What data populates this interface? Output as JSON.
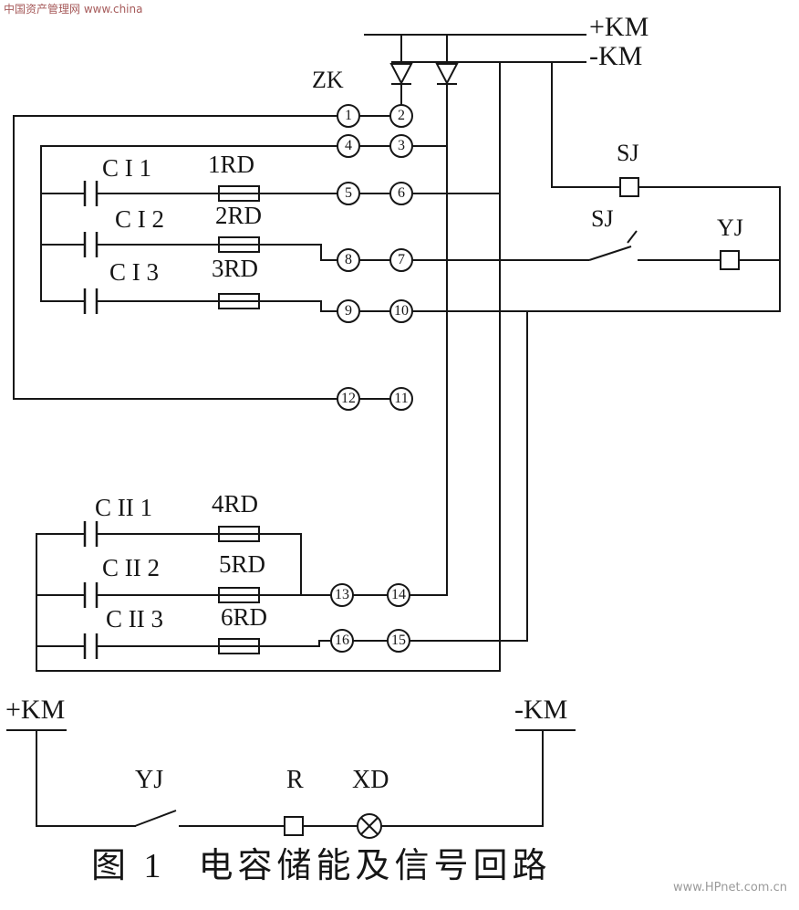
{
  "watermarks": {
    "top_left": "中国资产管理网 www.china",
    "bottom_right": "www.HPnet.com.cn"
  },
  "rails_top": {
    "plus": "+KM",
    "minus": "-KM"
  },
  "connector": {
    "label": "ZK",
    "terminals": [
      "1",
      "2",
      "4",
      "3",
      "5",
      "6",
      "8",
      "7",
      "9",
      "10",
      "12",
      "11",
      "13",
      "14",
      "16",
      "15"
    ]
  },
  "group1": {
    "cap1": "C I 1",
    "cap2": "C I 2",
    "cap3": "C I 3",
    "fuse1": "1RD",
    "fuse2": "2RD",
    "fuse3": "3RD"
  },
  "group2": {
    "cap1": "C II 1",
    "cap2": "C II 2",
    "cap3": "C II 3",
    "fuse1": "4RD",
    "fuse2": "5RD",
    "fuse3": "6RD"
  },
  "relays": {
    "sj_contact_box": "SJ",
    "sj_switch": "SJ",
    "yj_coil": "YJ"
  },
  "bottom_circuit": {
    "plus": "+KM",
    "minus": "-KM",
    "yj_switch": "YJ",
    "resistor": "R",
    "lamp": "XD"
  },
  "title": {
    "figure": "图 1",
    "text": "电容储能及信号回路"
  },
  "colors": {
    "line": "#161616",
    "watermark_top": "#a65a5a",
    "watermark_bottom": "#9a9a9a"
  }
}
